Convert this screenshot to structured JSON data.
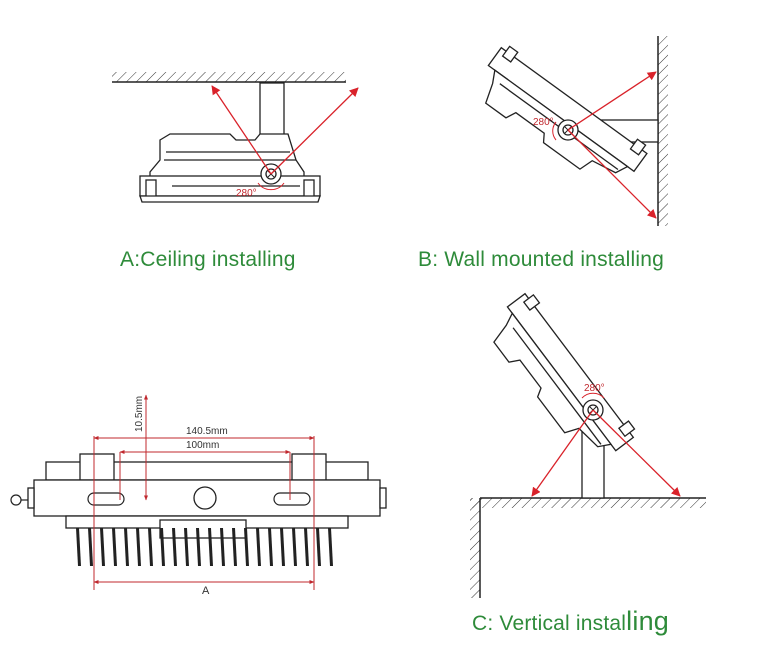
{
  "captions": {
    "ceiling": "A:Ceiling installing",
    "wall": "B: Wall mounted installing",
    "vertical_main": "C: Vertical instal",
    "vertical_tail": "ling"
  },
  "angles": {
    "ceiling": "280°",
    "wall": "280°",
    "vertical": "280°"
  },
  "dimensions": {
    "overall_width": "140.5mm",
    "slot_spacing": "100mm",
    "slot_height": "10.5mm",
    "base_label": "A"
  },
  "colors": {
    "caption": "#2e8b3a",
    "arrow": "#d9222a",
    "drawing": "#222222"
  }
}
